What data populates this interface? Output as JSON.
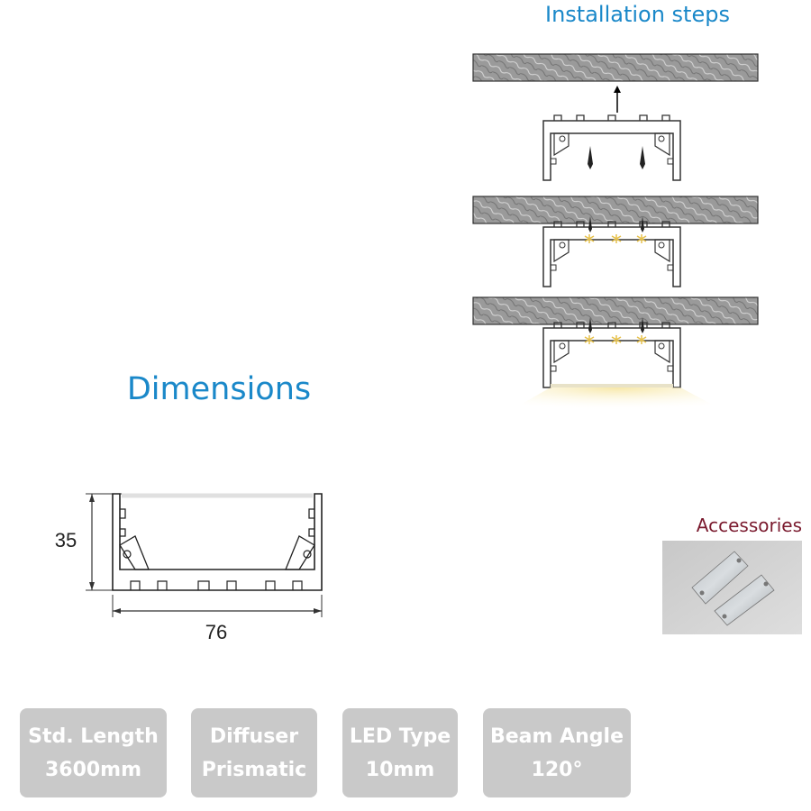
{
  "installation": {
    "title": "Installation steps"
  },
  "dimensions": {
    "title": "Dimensions",
    "height_label": "35",
    "width_label": "76"
  },
  "accessories": {
    "label": "Accessories"
  },
  "specs": [
    {
      "name": "Std. Length",
      "value": "3600mm"
    },
    {
      "name": "Diffuser",
      "value": "Prismatic"
    },
    {
      "name": "LED Type",
      "value": "10mm"
    },
    {
      "name": "Beam Angle",
      "value": "120°"
    }
  ],
  "colors": {
    "heading": "#1a88c9",
    "accessories": "#7a1a2e",
    "badge": "#c9c9c9"
  }
}
